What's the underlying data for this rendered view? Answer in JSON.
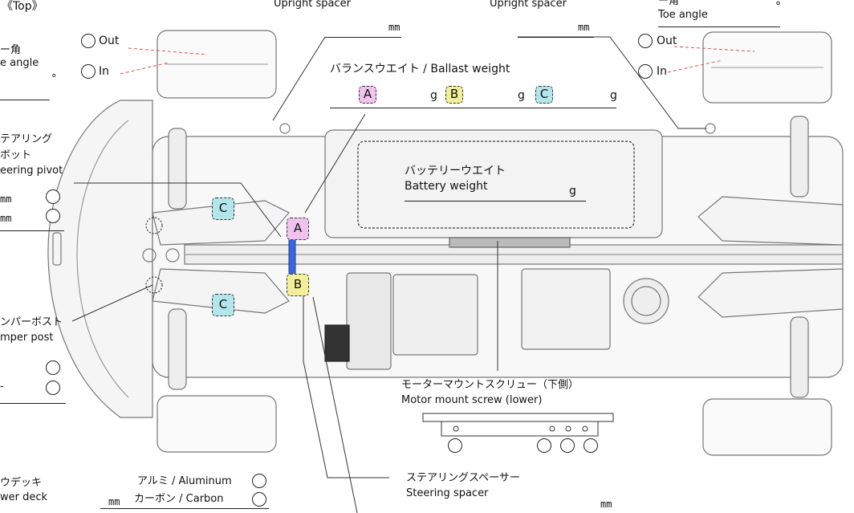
{
  "view_label": "《Top》",
  "upright_spacer_left": "Upright spacer",
  "upright_spacer_right": "Upright spacer",
  "toe_left": {
    "jp": "ー角",
    "en": "e angle",
    "deg": "°"
  },
  "toe_right": {
    "jp": "ー角",
    "en": "Toe angle",
    "deg": "°"
  },
  "out_label": "Out",
  "in_label": "In",
  "mm": "mm",
  "ballast": {
    "title": "バランスウエイト / Ballast weight",
    "A": "A",
    "B": "B",
    "C": "C",
    "unit": "g"
  },
  "steering_pivot": {
    "jp1": "テアリング",
    "jp2": "ボット",
    "en": "eering pivot"
  },
  "battery_weight": {
    "jp": "バッテリーウエイト",
    "en": "Battery weight",
    "unit": "g"
  },
  "bumper_post": {
    "jp": "ンパーボスト",
    "en": "mper post"
  },
  "motor_mount": {
    "jp": "モーターマウントスクリュー（下側）",
    "en": "Motor mount screw (lower)"
  },
  "lower_deck": {
    "jp": "ウデッキ",
    "en": "wer deck"
  },
  "material": {
    "aluminum": "アルミ / Aluminum",
    "carbon": "カーボン / Carbon"
  },
  "steering_spacer": {
    "jp": "ステアリングスペーサー",
    "en": "Steering spacer"
  },
  "colors": {
    "A": "#efc3ee",
    "B": "#f3ee9a",
    "C": "#b3e6ea",
    "marker": "#3a66d8",
    "dash": "#e05050"
  }
}
